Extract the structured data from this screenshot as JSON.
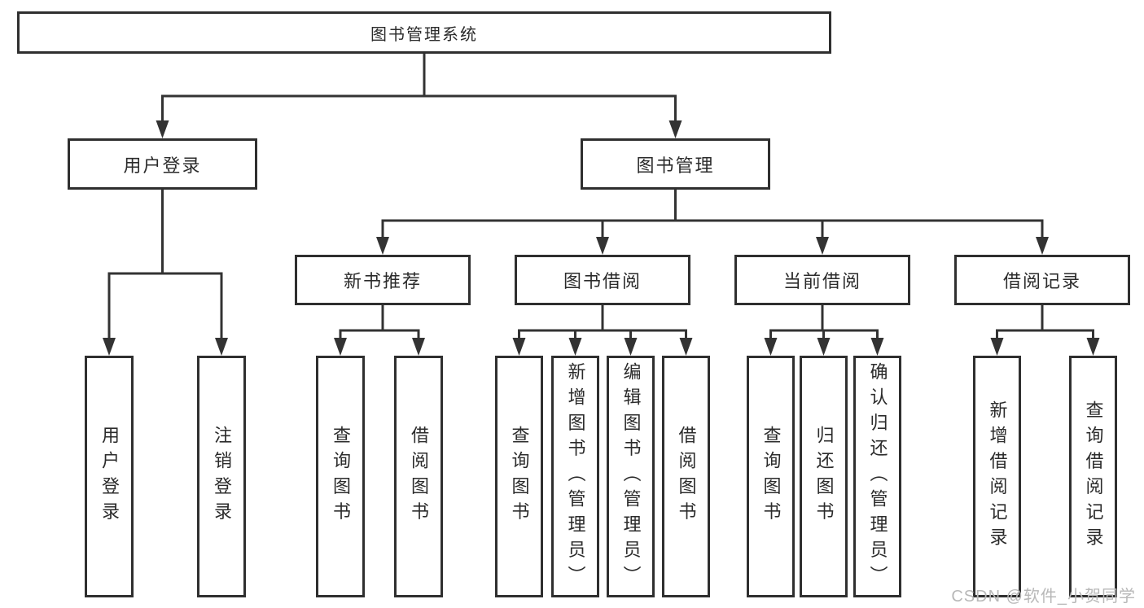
{
  "diagram_title": "图书管理系统",
  "tree": {
    "root": "图书管理系统",
    "branches": [
      {
        "label": "用户登录",
        "leaves": [
          "用户登录",
          "注销登录"
        ]
      },
      {
        "label": "图书管理",
        "sections": [
          {
            "label": "新书推荐",
            "leaves": [
              "查询图书",
              "借阅图书"
            ]
          },
          {
            "label": "图书借阅",
            "leaves": [
              "查询图书",
              "新增图书（管理员）",
              "编辑图书（管理员）",
              "借阅图书"
            ]
          },
          {
            "label": "当前借阅",
            "leaves": [
              "查询图书",
              "归还图书",
              "确认归还（管理员）"
            ]
          },
          {
            "label": "借阅记录",
            "leaves": [
              "新增借阅记录",
              "查询借阅记录"
            ]
          }
        ]
      }
    ]
  },
  "watermark": "CSDN @软件_小贺同学",
  "colors": {
    "line": "#333333",
    "box_border": "#2f2f2f",
    "text": "#2b2b2b",
    "watermark": "#b8b8b8",
    "background": "#ffffff"
  }
}
